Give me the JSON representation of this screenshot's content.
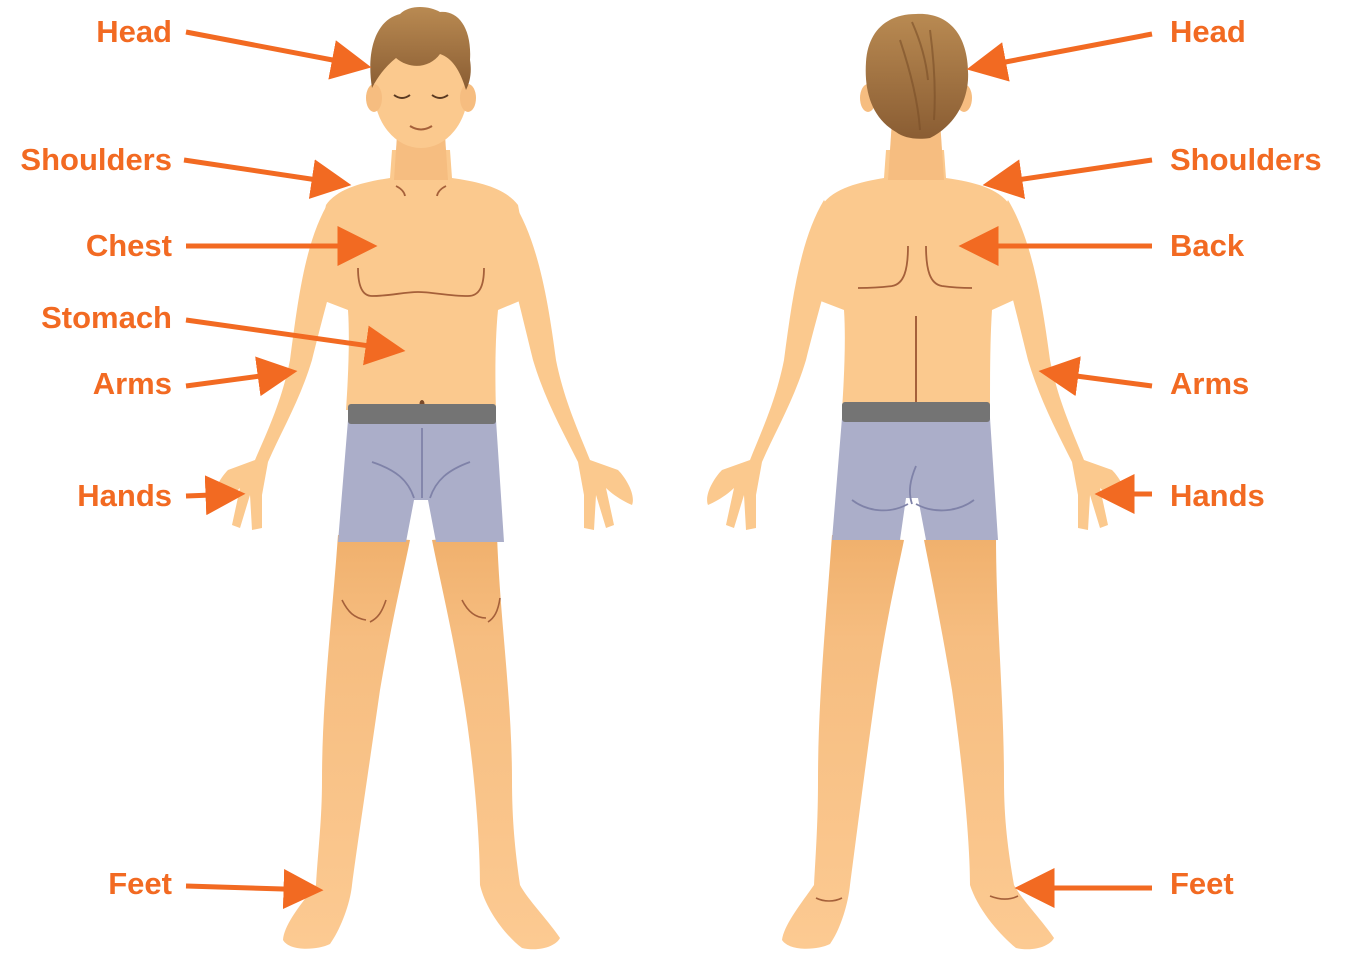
{
  "colors": {
    "label": "#f26a22",
    "arrow": "#f26a22",
    "skin": "#fbc98e",
    "skin_shade": "#f0b272",
    "skin_line": "#a5603a",
    "hair": "#9a6a3c",
    "hair_light": "#b8874e",
    "shorts": "#abaec9",
    "waistband": "#747474"
  },
  "front": {
    "labels": {
      "head": "Head",
      "shoulders": "Shoulders",
      "chest": "Chest",
      "stomach": "Stomach",
      "arms": "Arms",
      "hands": "Hands",
      "feet": "Feet"
    }
  },
  "back": {
    "labels": {
      "head": "Head",
      "shoulders": "Shoulders",
      "back": "Back",
      "arms": "Arms",
      "hands": "Hands",
      "feet": "Feet"
    }
  }
}
